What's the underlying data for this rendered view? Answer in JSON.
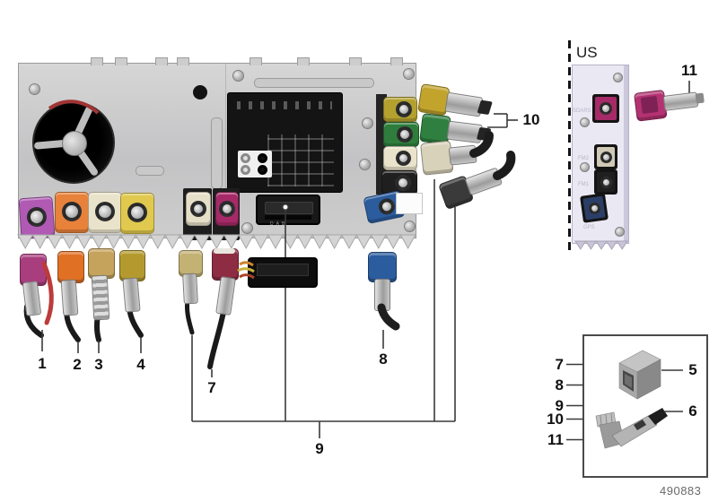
{
  "diagram": {
    "region_label": "US",
    "doc_number": "490883",
    "unit": {
      "port_label": "DAB"
    },
    "us_panel": {
      "sdars_label": "SDARS",
      "fm2_label": "FM2",
      "fm1_label": "FM1",
      "gps_label": "GPS"
    },
    "callouts": {
      "c1": "1",
      "c2": "2",
      "c3": "3",
      "c4": "4",
      "c5": "5",
      "c6": "6",
      "c7": "7",
      "c8": "8",
      "c9": "9",
      "c10": "10",
      "c11": "11"
    },
    "legend": {
      "rows": [
        "7",
        "8",
        "9",
        "10",
        "11"
      ]
    },
    "colors": {
      "violet": "#b05ab4",
      "orange": "#e8813a",
      "cream": "#eae3cb",
      "yellow": "#e0c94e",
      "ivory": "#e6dfc8",
      "magenta": "#a62a68",
      "olive": "#b3a02e",
      "green": "#2e7d3c",
      "dark": "#1f1f1f",
      "blue": "#2b5c9e",
      "plug_magenta": "#a93e7e",
      "plug_orange": "#e07024",
      "tan": "#c5a35c",
      "gold": "#b49a2e",
      "beige": "#c3b274",
      "maroon": "#8e2c44",
      "head_yellow": "#c2a42c",
      "head_green": "#2f7f41",
      "head_cream": "#d8d2ba",
      "head_black": "#3a3a3a",
      "fakra_pink": "#b43272",
      "navy": "#2a3e68",
      "fm2_cream": "#cfc9b6",
      "red": "#bd3b3b"
    }
  }
}
